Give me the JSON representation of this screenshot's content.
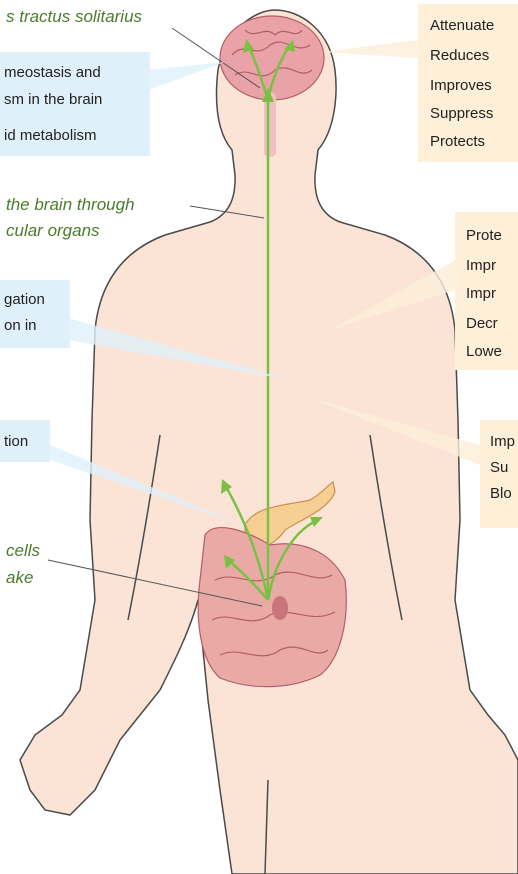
{
  "italic_labels": {
    "nts": "s tractus solitarius",
    "brain_line1": "the brain through",
    "brain_line2": "cular organs",
    "cells_line1": "cells",
    "cells_line2": "ake"
  },
  "left_boxes": {
    "brain_box": [
      "meostasis and",
      "sm in the brain",
      "id metabolism"
    ],
    "mid_box": [
      "gation",
      "on in"
    ],
    "gut_box": [
      "tion"
    ]
  },
  "right_boxes": {
    "top_box": [
      "Attenuate",
      "Reduces",
      "Improves",
      "Suppress",
      "Protects"
    ],
    "mid_box": [
      "Prote",
      "Impr",
      "Impr",
      "Decr",
      "Lowe"
    ],
    "low_box": [
      "Imp",
      "Su",
      "Blo"
    ]
  },
  "colors": {
    "skin": "#fbe3d6",
    "skin_outline": "#4a4a4a",
    "arrow": "#7ac143",
    "italic_text": "#4a7c2c",
    "box_blue": "#dff0fa",
    "box_orange": "#fdefd8",
    "brain": "#e8a2a8",
    "intestine": "#e9aaa6",
    "pancreas": "#f6cf94"
  }
}
